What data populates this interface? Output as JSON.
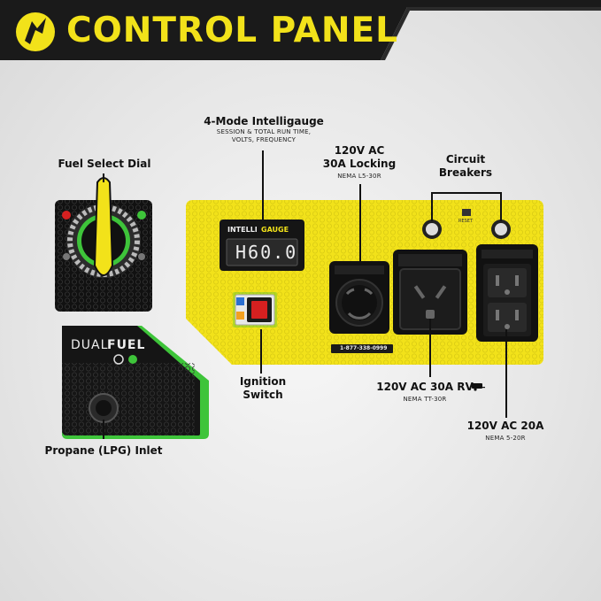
{
  "header": {
    "title": "CONTROL PANEL"
  },
  "labels": {
    "intelligauge": {
      "title": "4-Mode Intelligauge",
      "subtitle_line1": "SESSION & TOTAL RUN TIME,",
      "subtitle_line2": "VOLTS, FREQUENCY"
    },
    "locking": {
      "title_line1": "120V AC",
      "title_line2": "30A Locking",
      "subtitle": "NEMA L5-30R"
    },
    "breakers": {
      "title_line1": "Circuit",
      "title_line2": "Breakers"
    },
    "fuel_dial": {
      "title": "Fuel Select Dial"
    },
    "ignition": {
      "title_line1": "Ignition",
      "title_line2": "Switch"
    },
    "rv": {
      "title": "120V AC 30A RV",
      "subtitle": "NEMA TT-30R"
    },
    "ac20": {
      "title": "120V AC 20A",
      "subtitle": "NEMA 5-20R"
    },
    "propane": {
      "title": "Propane (LPG) Inlet"
    }
  },
  "panel": {
    "gauge_brand_left": "INTELLI",
    "gauge_brand_right": "GAUGE",
    "display_value": "H60.0",
    "phone": "1-877-338-0999",
    "reset_label": "RESET",
    "dual_fuel_left": "DUAL",
    "dual_fuel_right": "FUEL"
  },
  "colors": {
    "yellow": "#f2e21a",
    "green": "#3ec43a",
    "black": "#111111",
    "banner": "#1a1a1a"
  }
}
